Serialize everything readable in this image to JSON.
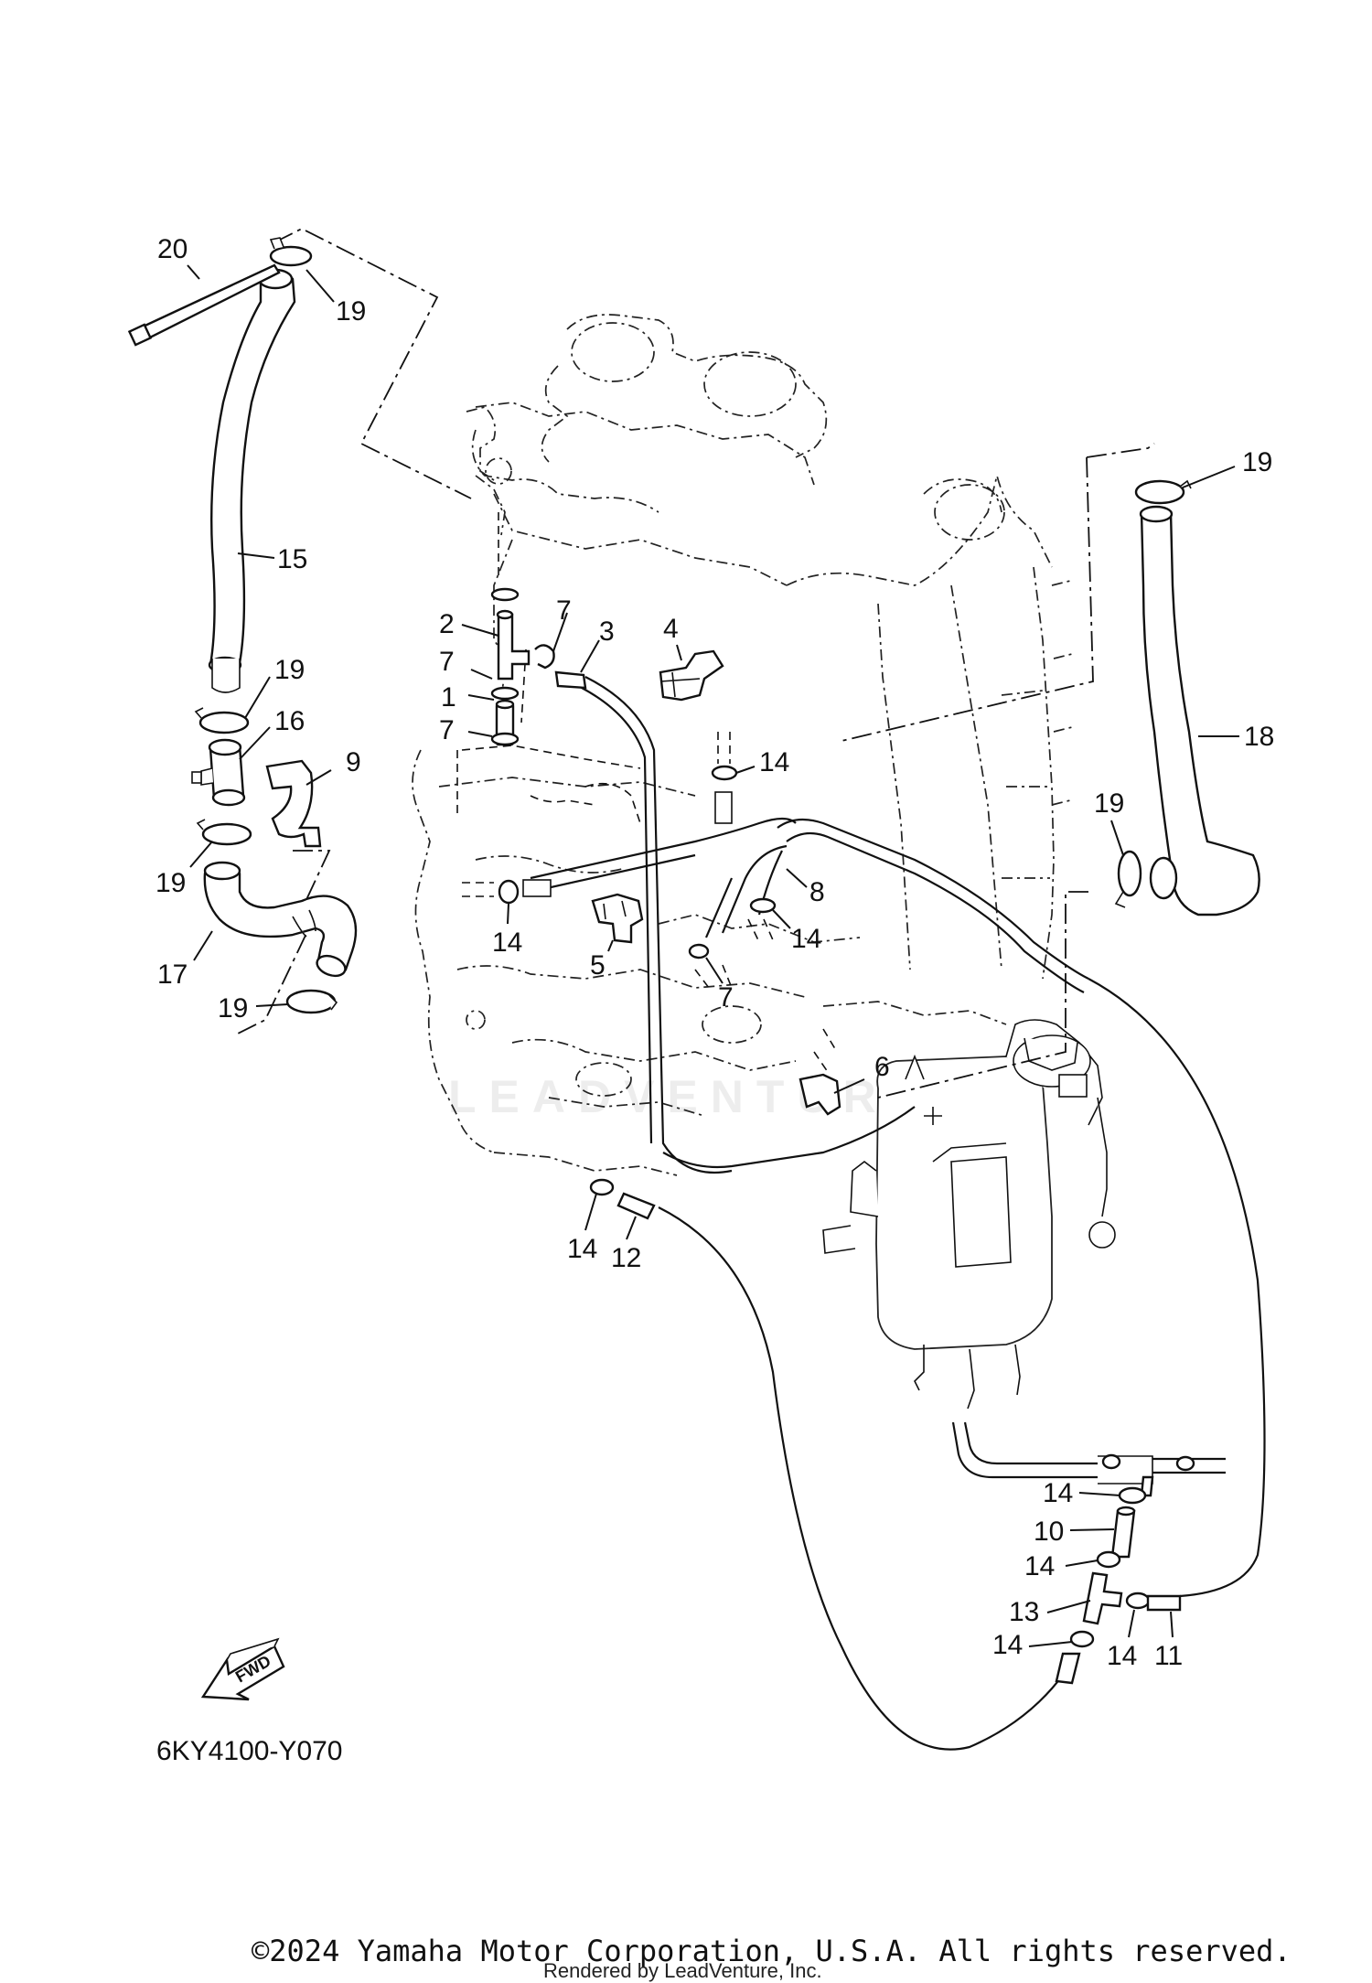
{
  "diagram": {
    "code": "6KY4100-Y070",
    "copyright": "©2024 Yamaha Motor Corporation, U.S.A. All rights reserved.",
    "rendered_by": "Rendered by LeadVenture, Inc.",
    "watermark": "LEADVENTURE",
    "fwd_label": "FWD",
    "callouts": [
      {
        "id": "c20",
        "label": "20"
      },
      {
        "id": "c19a",
        "label": "19"
      },
      {
        "id": "c15",
        "label": "15"
      },
      {
        "id": "c19b",
        "label": "19"
      },
      {
        "id": "c16",
        "label": "16"
      },
      {
        "id": "c9",
        "label": "9"
      },
      {
        "id": "c19c",
        "label": "19"
      },
      {
        "id": "c17",
        "label": "17"
      },
      {
        "id": "c19d",
        "label": "19"
      },
      {
        "id": "c2",
        "label": "2"
      },
      {
        "id": "c7a",
        "label": "7"
      },
      {
        "id": "c3",
        "label": "3"
      },
      {
        "id": "c4",
        "label": "4"
      },
      {
        "id": "c7b",
        "label": "7"
      },
      {
        "id": "c1",
        "label": "1"
      },
      {
        "id": "c7c",
        "label": "7"
      },
      {
        "id": "c14a",
        "label": "14"
      },
      {
        "id": "c19e",
        "label": "19"
      },
      {
        "id": "c18",
        "label": "18"
      },
      {
        "id": "c19f",
        "label": "19"
      },
      {
        "id": "c8",
        "label": "8"
      },
      {
        "id": "c14b",
        "label": "14"
      },
      {
        "id": "c14c",
        "label": "14"
      },
      {
        "id": "c5",
        "label": "5"
      },
      {
        "id": "c7d",
        "label": "7"
      },
      {
        "id": "c6",
        "label": "6"
      },
      {
        "id": "c14d",
        "label": "14"
      },
      {
        "id": "c12",
        "label": "12"
      },
      {
        "id": "c14e",
        "label": "14"
      },
      {
        "id": "c10",
        "label": "10"
      },
      {
        "id": "c14f",
        "label": "14"
      },
      {
        "id": "c13",
        "label": "13"
      },
      {
        "id": "c14g",
        "label": "14"
      },
      {
        "id": "c14h",
        "label": "14"
      },
      {
        "id": "c11",
        "label": "11"
      }
    ]
  }
}
